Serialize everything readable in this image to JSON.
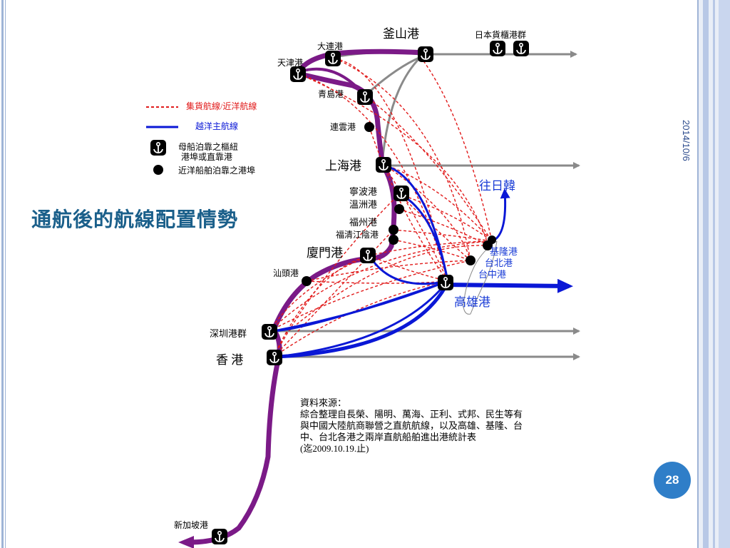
{
  "slide": {
    "title": "通航後的航線配置情勢",
    "date": "2014/10/6",
    "page_number": "28"
  },
  "legend": {
    "feeder_route": "集貨航線/近洋航線",
    "ocean_route": "越洋主航線",
    "hub_port_line1": "母船泊靠之樞紐",
    "hub_port_line2": "港埠或直靠港",
    "regional_port": "近洋船舶泊靠之港埠"
  },
  "ports": {
    "busan": "釜山港",
    "japan_group": "日本貨櫃港群",
    "dalian": "大連港",
    "tianjin": "天津港",
    "qingdao": "青島港",
    "lianyungang": "連雲港",
    "shanghai": "上海港",
    "ningbo": "寧波港",
    "wenzhou": "溫洲港",
    "fuzhou": "福州港",
    "fuqing": "福清江陰港",
    "xiamen": "廈門港",
    "shantou": "汕頭港",
    "shenzhen": "深圳港群",
    "hongkong": "香 港",
    "singapore": "新加坡港",
    "keelung": "基隆港",
    "taipei": "台北港",
    "taichung": "台中港",
    "kaohsiung": "高雄港",
    "to_japan_korea": "往日韓"
  },
  "source_note": {
    "heading": "資料來源：",
    "line1": "綜合整理自長榮、陽明、萬海、正利、式邦、民生等有",
    "line2": "與中國大陸航商聯營之直航航線，以及高雄、基隆、台",
    "line3": "中、台北各港之兩岸直航船舶進出港統計表",
    "line4": "(迄2009.10.19.止)"
  },
  "colors": {
    "title": "#1a5f8a",
    "purple_route": "#7b1a87",
    "blue_route": "#0a17d6",
    "red_dashed": "#e11a1a",
    "gray_route": "#8a8a8a",
    "page_badge": "#2f7ec8",
    "side_band": "#b8c8e6"
  }
}
